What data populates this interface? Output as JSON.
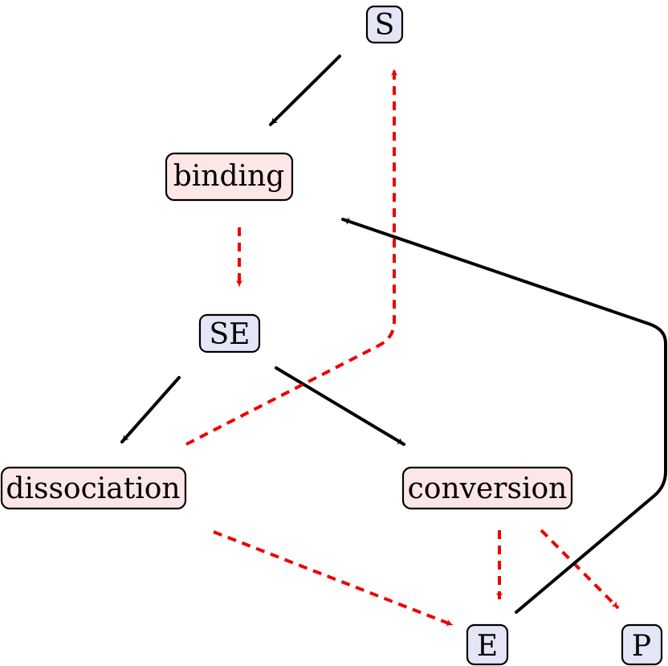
{
  "colors": {
    "species_fill": "#e4e6f7",
    "reaction_fill": "#fde6e6",
    "stroke": "#000000",
    "solid_edge": "#000000",
    "dashed_edge": "#ee0000"
  },
  "species": {
    "s": "S",
    "se": "SE",
    "e": "E",
    "p": "P"
  },
  "reactions": {
    "binding": "binding",
    "dissociation": "dissociation",
    "conversion": "conversion"
  }
}
